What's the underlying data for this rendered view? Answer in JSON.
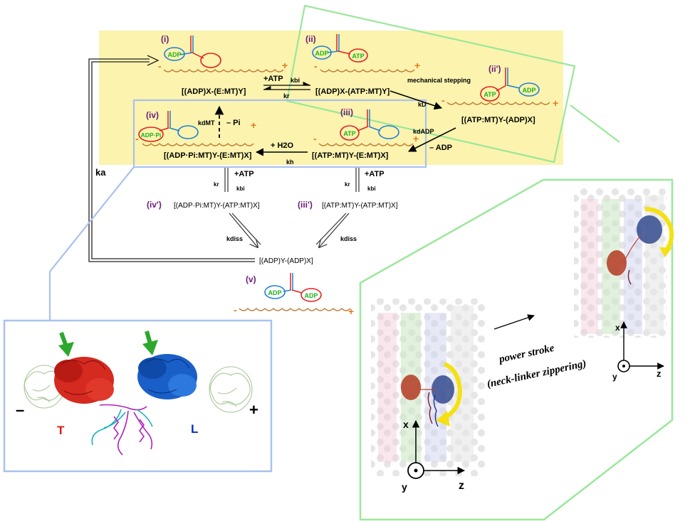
{
  "states": {
    "i": {
      "label": "(i)",
      "formula": "[(ADP)X-(E:MT)Y]",
      "left_head": "ADP",
      "right_head": ""
    },
    "ii": {
      "label": "(ii)",
      "formula": "[(ADP)X-(ATP:MT)Y]",
      "left_head": "ADP",
      "right_head": "ATP"
    },
    "ii_prime": {
      "label": "(ii')",
      "formula": "[(ATP:MT)Y-(ADP)X]",
      "left_head": "ATP",
      "right_head": "ADP"
    },
    "iii": {
      "label": "(iii)",
      "formula": "[(ATP:MT)Y-(E:MT)X]",
      "left_head": "ATP",
      "right_head": ""
    },
    "iv": {
      "label": "(iv)",
      "formula": "[(ADP·Pi:MT)Y-(E:MT)X]",
      "left_head": "ADP·Pi",
      "right_head": ""
    },
    "iii_prime": {
      "label": "(iii')",
      "formula": "[(ATP:MT)Y-(ATP:MT)X]"
    },
    "iv_prime": {
      "label": "(iv')",
      "formula": "[(ADP·Pi:MT)Y-(ATP:MT)X]"
    },
    "v": {
      "label": "(v)",
      "formula": "[(ADP)Y-(ADP)X]",
      "left_head": "ADP",
      "right_head": "ADP"
    }
  },
  "transitions": {
    "plus_atp": "+ATP",
    "k_bi": "kbi",
    "k_r": "kr",
    "mechanical_stepping": "mechanical stepping",
    "k_d": "kD",
    "k_dadp": "kdADP",
    "minus_adp": "– ADP",
    "plus_h2o": "+ H2O",
    "k_h": "kh",
    "k_dmt": "kdMT",
    "minus_pi": "– Pi",
    "k_a": "ka",
    "k_diss": "kdiss",
    "plus_atp_iv": "+ATP",
    "plus_atp_iii": "+ATP"
  },
  "structure_panel": {
    "minus_end": "–",
    "plus_end": "+",
    "trailing_head": "T",
    "leading_head": "L"
  },
  "power_stroke_panel": {
    "caption_line1": "power stroke",
    "caption_line2": "(neck-linker zippering)",
    "axis_x": "x",
    "axis_y": "y",
    "axis_z": "z"
  },
  "track_ends": {
    "minus": "-",
    "plus": "+"
  },
  "colors": {
    "cycle_bg": "#fbf3ae",
    "blue_frame": "#a9c2ec",
    "green_frame": "#9be79b",
    "microtubule": "#c07830",
    "plus_mark": "#e07b1a",
    "head_red": "#e02020",
    "head_blue": "#1f7fd6",
    "label_purple": "#6a1b7a",
    "nucleotide_green": "#1db31d",
    "trailing_red": "#e01818",
    "leading_blue": "#0b2fbf",
    "stroke_arrow": "#f5e012"
  }
}
